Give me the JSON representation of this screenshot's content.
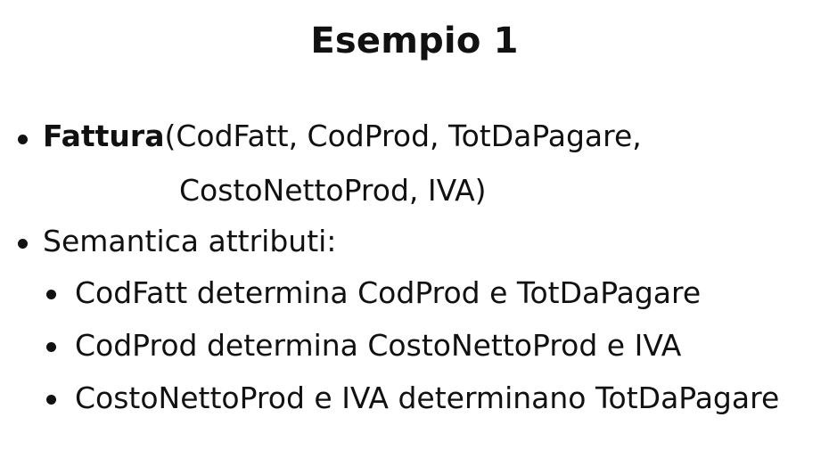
{
  "slide": {
    "title": "Esempio 1",
    "bullets": [
      {
        "bold_text": "Fattura",
        "text": "(CodFatt, CodProd, TotDaPagare,",
        "continuation": "CostoNettoProd, IVA)"
      },
      {
        "text": "Semantica attributi:",
        "sub_bullets": [
          "CodFatt determina CodProd e TotDaPagare",
          "CodProd determina CostoNettoProd e IVA",
          "CostoNettoProd e IVA determinano TotDaPagare"
        ]
      }
    ]
  }
}
